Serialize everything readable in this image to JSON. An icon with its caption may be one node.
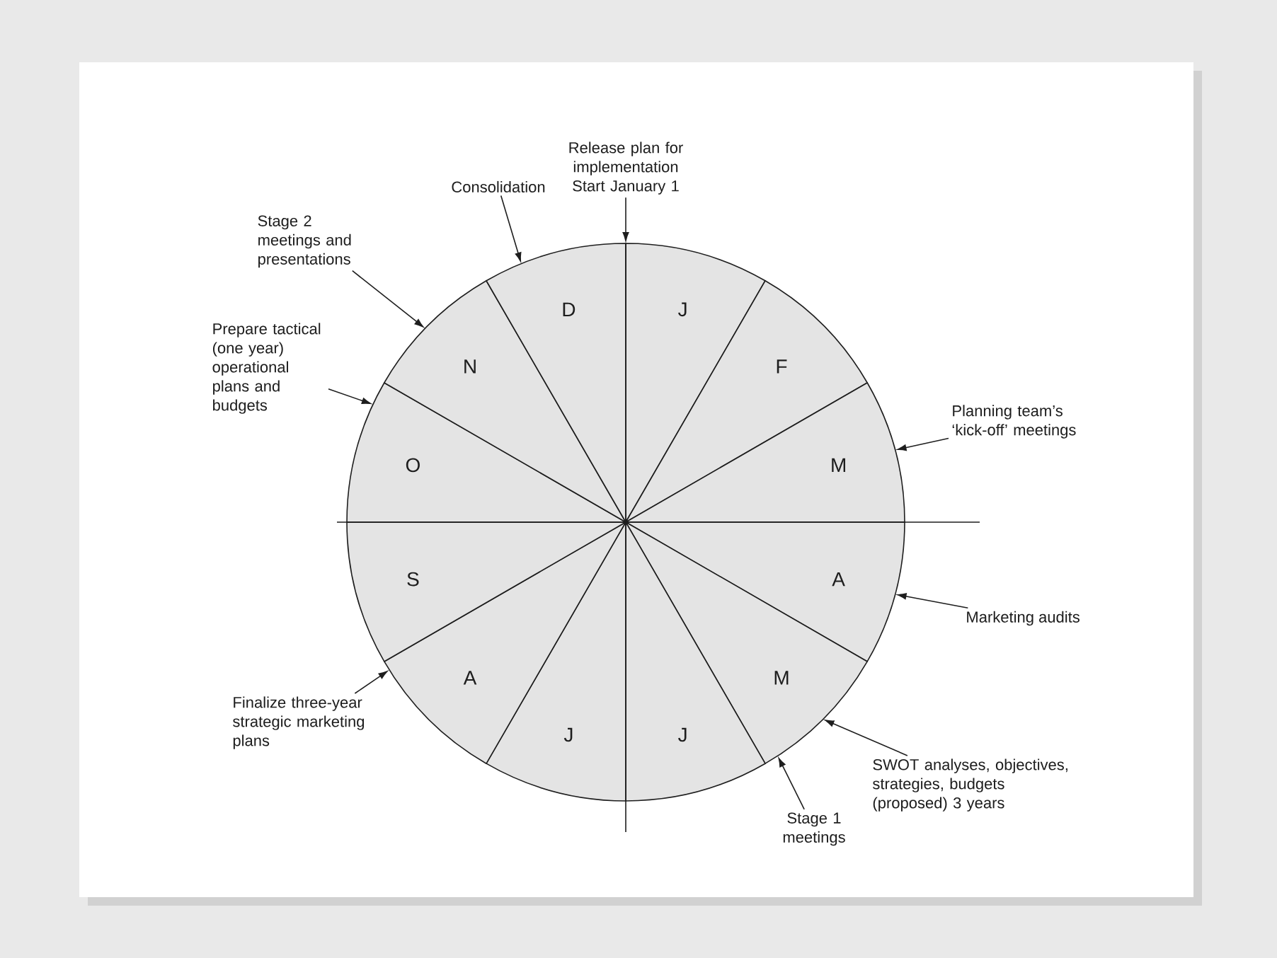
{
  "diagram": {
    "nodes": [
      {
        "text": [
          "Release plan for implementation Start January 1"
        ]
      },
      {
        "text": [
          "Consolidation"
        ]
      },
      {
        "text": [
          "Stage 2 meetings and presentations"
        ]
      },
      {
        "text": [
          "Prepare tactical (one year) operational plans and budgets"
        ]
      },
      {
        "text": [
          "Planning team’s ‘kick-off’ meetings"
        ]
      },
      {
        "text": [
          "Marketing audits"
        ]
      },
      {
        "text": [
          "SWOT analyses, objectives, strategies, budgets (proposed) 3 years"
        ]
      },
      {
        "text": [
          "Stage 1 meetings"
        ]
      },
      {
        "text": [
          "Finalize three-year strategic marketing plans"
        ]
      },
      {
        "text": [
          "J"
        ]
      },
      {
        "text": [
          "F"
        ]
      },
      {
        "text": [
          "M"
        ]
      },
      {
        "text": [
          "A"
        ]
      },
      {
        "text": [
          "M"
        ]
      },
      {
        "text": [
          "J"
        ]
      },
      {
        "text": [
          "J"
        ]
      },
      {
        "text": [
          "A"
        ]
      },
      {
        "text": [
          "S"
        ]
      },
      {
        "text": [
          "O"
        ]
      },
      {
        "text": [
          "N"
        ]
      },
      {
        "text": [
          "D"
        ]
      }
    ],
    "edges": [
      {
        "from": 0,
        "to": 9,
        "arrow": "to"
      },
      {
        "from": 1,
        "to": 20,
        "arrow": "to"
      },
      {
        "from": 2,
        "to": 19,
        "arrow": "to"
      },
      {
        "from": 3,
        "to": 18,
        "arrow": "to"
      },
      {
        "from": 4,
        "to": 11,
        "arrow": "to"
      },
      {
        "from": 5,
        "to": 12,
        "arrow": "to"
      },
      {
        "from": 6,
        "to": 13,
        "arrow": "to"
      },
      {
        "from": 7,
        "to": 13,
        "arrow": "to"
      },
      {
        "from": 8,
        "to": 16,
        "arrow": "to"
      }
    ]
  }
}
